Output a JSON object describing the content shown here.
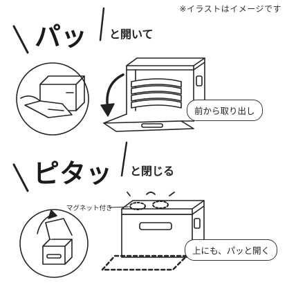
{
  "note": "※イラストはイメージです",
  "section1": {
    "onomatopoeia": "パッ",
    "action": "と開いて",
    "callout": "前から取り出し"
  },
  "section2": {
    "onomatopoeia": "ピタッ",
    "action": "と閉じる",
    "magnet_label": "マグネット付き",
    "callout": "上にも、パッと開く"
  }
}
